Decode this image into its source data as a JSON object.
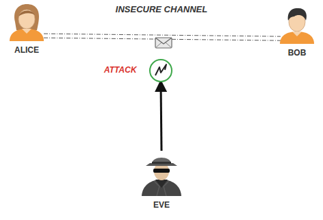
{
  "diagram": {
    "title": "INSECURE CHANNEL",
    "nodes": [
      {
        "text": [
          "ALICE"
        ]
      },
      {
        "text": [
          "BOB"
        ]
      },
      {
        "text": [
          "ATTACK"
        ]
      },
      {
        "text": [
          "EVE"
        ]
      }
    ],
    "edges": [
      {
        "from": 0,
        "to": 1,
        "arrow": "none"
      },
      {
        "from": 3,
        "to": 2,
        "arrow": "to"
      }
    ]
  }
}
